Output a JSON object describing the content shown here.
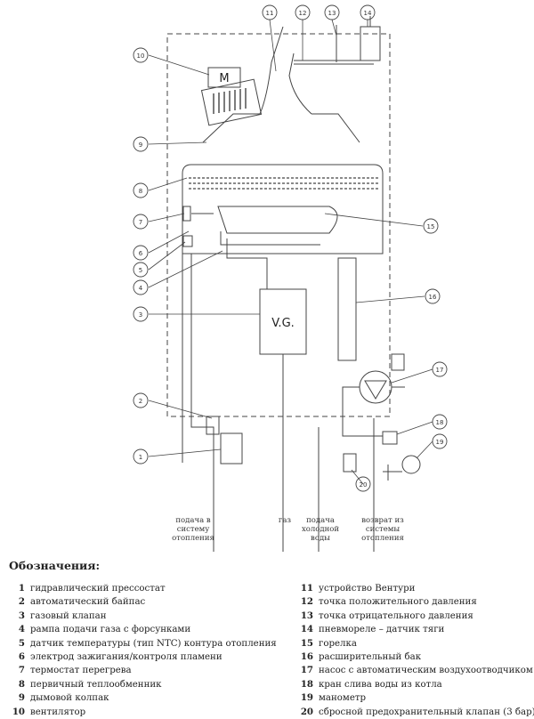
{
  "diagram": {
    "motor_label": "M",
    "gas_valve_label": "V.G.",
    "callouts": [
      "1",
      "2",
      "3",
      "4",
      "5",
      "6",
      "7",
      "8",
      "9",
      "10",
      "11",
      "12",
      "13",
      "14",
      "15",
      "16",
      "17",
      "18",
      "19",
      "20"
    ]
  },
  "connections": {
    "heating_supply": [
      "подача в",
      "систему",
      "отопления"
    ],
    "gas": [
      "газ"
    ],
    "cold_water": [
      "подача",
      "холодной",
      "воды"
    ],
    "heating_return": [
      "возврат из",
      "системы",
      "отопления"
    ]
  },
  "legend": {
    "title": "Обозначения:",
    "items": [
      {
        "num": "1",
        "text": "гидравлический прессостат"
      },
      {
        "num": "2",
        "text": "автоматический байпас"
      },
      {
        "num": "3",
        "text": "газовый клапан"
      },
      {
        "num": "4",
        "text": "рампа подачи газа с форсунками"
      },
      {
        "num": "5",
        "text": "датчик температуры (тип NTC) контура отопления"
      },
      {
        "num": "6",
        "text": "электрод зажигания/контроля пламени"
      },
      {
        "num": "7",
        "text": "термостат перегрева"
      },
      {
        "num": "8",
        "text": "первичный теплообменник"
      },
      {
        "num": "9",
        "text": "дымовой колпак"
      },
      {
        "num": "10",
        "text": "вентилятор"
      },
      {
        "num": "11",
        "text": "устройство Вентури"
      },
      {
        "num": "12",
        "text": "точка положительного давления"
      },
      {
        "num": "13",
        "text": "точка отрицательного давления"
      },
      {
        "num": "14",
        "text": "пневмореле – датчик тяги"
      },
      {
        "num": "15",
        "text": "горелка"
      },
      {
        "num": "16",
        "text": "расширительный бак"
      },
      {
        "num": "17",
        "text": "насос с автоматическим воздухоотводчиком"
      },
      {
        "num": "18",
        "text": "кран слива воды из котла"
      },
      {
        "num": "19",
        "text": "манометр"
      },
      {
        "num": "20",
        "text": "сбросной предохранительный клапан (3 бар)"
      }
    ]
  }
}
